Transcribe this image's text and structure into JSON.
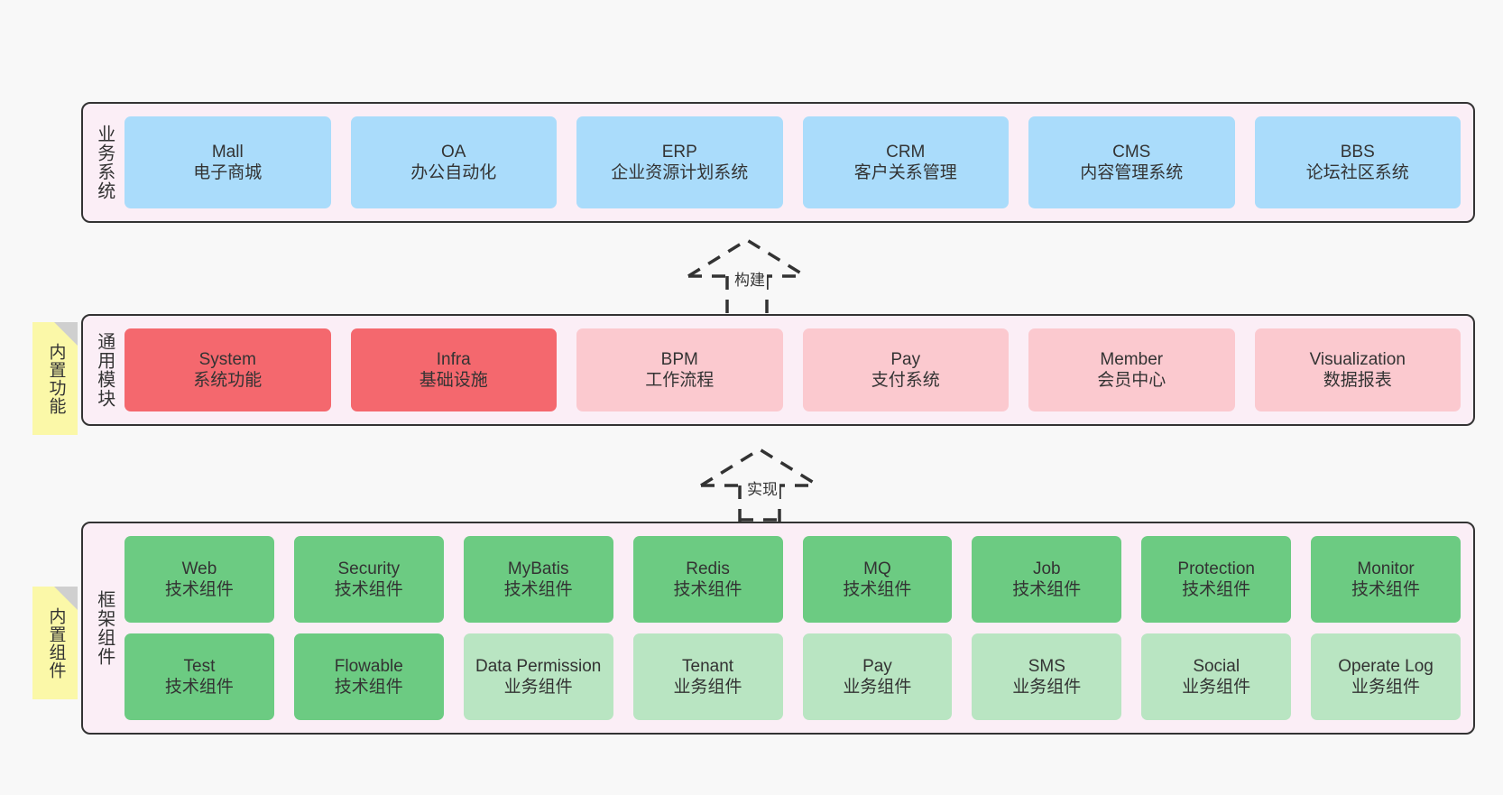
{
  "diagram": {
    "background_color": "#f8f8f8",
    "panel_color": "#fbeef6",
    "note_color": "#fbf8a8",
    "border_color": "#333333"
  },
  "layers": [
    {
      "id": "business-system",
      "title": "业务系统",
      "note": null,
      "rows": [
        {
          "cards": [
            {
              "en": "Mall",
              "cn": "电子商城",
              "style": "c-blue"
            },
            {
              "en": "OA",
              "cn": "办公自动化",
              "style": "c-blue"
            },
            {
              "en": "ERP",
              "cn": "企业资源计划系统",
              "style": "c-blue"
            },
            {
              "en": "CRM",
              "cn": "客户关系管理",
              "style": "c-blue"
            },
            {
              "en": "CMS",
              "cn": "内容管理系统",
              "style": "c-blue"
            },
            {
              "en": "BBS",
              "cn": "论坛社区系统",
              "style": "c-blue"
            }
          ]
        }
      ]
    },
    {
      "id": "common-module",
      "title": "通用模块",
      "note": "内置功能",
      "rows": [
        {
          "cards": [
            {
              "en": "System",
              "cn": "系统功能",
              "style": "c-red"
            },
            {
              "en": "Infra",
              "cn": "基础设施",
              "style": "c-red"
            },
            {
              "en": "BPM",
              "cn": "工作流程",
              "style": "c-pink"
            },
            {
              "en": "Pay",
              "cn": "支付系统",
              "style": "c-pink"
            },
            {
              "en": "Member",
              "cn": "会员中心",
              "style": "c-pink"
            },
            {
              "en": "Visualization",
              "cn": "数据报表",
              "style": "c-pink"
            }
          ]
        }
      ]
    },
    {
      "id": "framework-component",
      "title": "框架组件",
      "note": "内置组件",
      "rows": [
        {
          "cards": [
            {
              "en": "Web",
              "cn": "技术组件",
              "style": "c-green"
            },
            {
              "en": "Security",
              "cn": "技术组件",
              "style": "c-green"
            },
            {
              "en": "MyBatis",
              "cn": "技术组件",
              "style": "c-green"
            },
            {
              "en": "Redis",
              "cn": "技术组件",
              "style": "c-green"
            },
            {
              "en": "MQ",
              "cn": "技术组件",
              "style": "c-green"
            },
            {
              "en": "Job",
              "cn": "技术组件",
              "style": "c-green"
            },
            {
              "en": "Protection",
              "cn": "技术组件",
              "style": "c-green"
            },
            {
              "en": "Monitor",
              "cn": "技术组件",
              "style": "c-green"
            }
          ]
        },
        {
          "cards": [
            {
              "en": "Test",
              "cn": "技术组件",
              "style": "c-green"
            },
            {
              "en": "Flowable",
              "cn": "技术组件",
              "style": "c-green"
            },
            {
              "en": "Data Permission",
              "cn": "业务组件",
              "style": "c-lightgreen"
            },
            {
              "en": "Tenant",
              "cn": "业务组件",
              "style": "c-lightgreen"
            },
            {
              "en": "Pay",
              "cn": "业务组件",
              "style": "c-lightgreen"
            },
            {
              "en": "SMS",
              "cn": "业务组件",
              "style": "c-lightgreen"
            },
            {
              "en": "Social",
              "cn": "业务组件",
              "style": "c-lightgreen"
            },
            {
              "en": "Operate Log",
              "cn": "业务组件",
              "style": "c-lightgreen"
            }
          ]
        }
      ]
    }
  ],
  "connectors": [
    {
      "id": "build",
      "label": "构建"
    },
    {
      "id": "implement",
      "label": "实现"
    }
  ]
}
